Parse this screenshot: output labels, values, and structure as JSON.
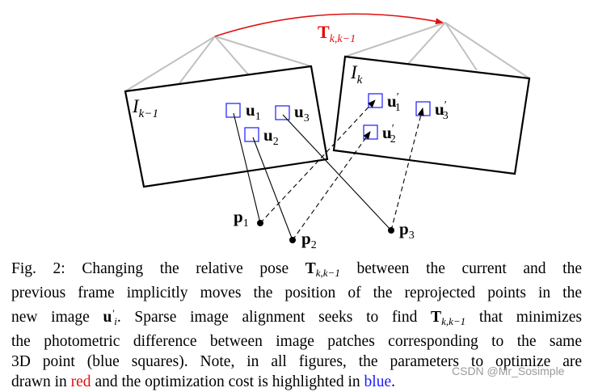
{
  "figure": {
    "transform_label": {
      "main": "T",
      "sub": "k,k−1"
    },
    "frame_prev": {
      "main": "I",
      "sub": "k−1"
    },
    "frame_curr": {
      "main": "I",
      "sub": "k"
    },
    "patches_prev": [
      {
        "main": "u",
        "sub": "1"
      },
      {
        "main": "u",
        "sub": "2"
      },
      {
        "main": "u",
        "sub": "3"
      }
    ],
    "patches_curr": [
      {
        "main": "u",
        "prime": "′",
        "sub": "1"
      },
      {
        "main": "u",
        "prime": "′",
        "sub": "2"
      },
      {
        "main": "u",
        "prime": "′",
        "sub": "3"
      }
    ],
    "points": [
      {
        "main": "p",
        "sub": "1"
      },
      {
        "main": "p",
        "sub": "2"
      },
      {
        "main": "p",
        "sub": "3"
      }
    ],
    "colors": {
      "arc": "#e01010",
      "patch": "#1a1aff",
      "rays": "#c0c0c0",
      "ink": "#000000"
    }
  },
  "caption": {
    "l1_a": "Fig. 2: Changing the relative pose ",
    "l1_T": "T",
    "l1_Tsub": "k,k−1",
    "l1_b": " between the current and the",
    "l2": "previous frame implicitly moves the position of the reprojected points in the",
    "l3_a": "new image ",
    "l3_u": "u",
    "l3_usub": "i",
    "l3_uprime": "′",
    "l3_b": ". Sparse image alignment seeks to find ",
    "l3_T": "T",
    "l3_Tsub": "k,k−1",
    "l3_c": " that minimizes",
    "l4": "the photometric difference between image patches corresponding to the same",
    "l5": "3D point (blue squares). Note, in all figures, the parameters to optimize are",
    "l6_a": "drawn in ",
    "l6_red": "red",
    "l6_b": " and the optimization cost is highlighted in ",
    "l6_blue": "blue",
    "l6_c": "."
  },
  "watermark": "CSDN @Mr_Sosimple"
}
